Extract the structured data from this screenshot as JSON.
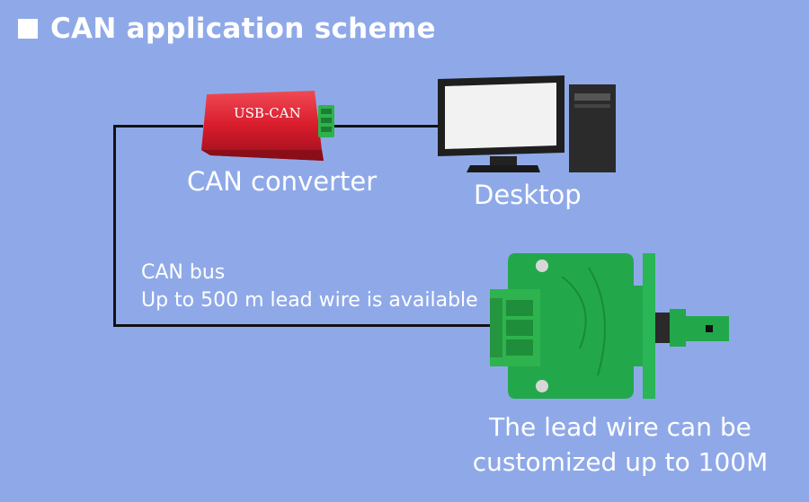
{
  "header": {
    "title": "CAN application scheme",
    "bullet_icon": "square-bullet-icon"
  },
  "nodes": {
    "converter": {
      "label": "CAN converter",
      "device_text": "USB-CAN",
      "icon": "usb-can-converter-icon"
    },
    "desktop": {
      "label": "Desktop",
      "icon": "desktop-computer-icon"
    },
    "sensor": {
      "caption_line1": "The lead wire can be",
      "caption_line2": "customized up to 100M",
      "icon": "sensor-board-icon"
    }
  },
  "bus": {
    "line1": "CAN bus",
    "line2": "Up to 500 m lead wire is available"
  },
  "colors": {
    "background": "#8fa9e8",
    "wire": "#111111",
    "converter": "#d81c2c",
    "pcb": "#22a84a",
    "text": "#ffffff"
  }
}
